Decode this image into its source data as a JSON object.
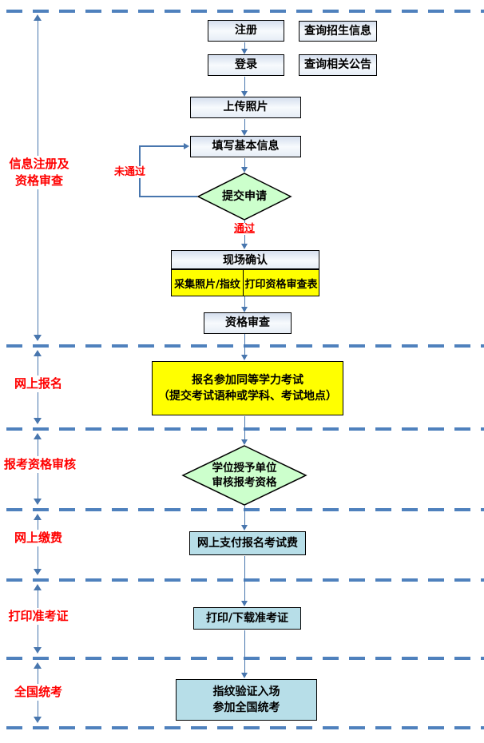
{
  "colors": {
    "accent_blue": "#4F81BD",
    "arrow_blue": "#4876AE",
    "label_red": "#FF0000",
    "node_yellow": "#FFFF00",
    "node_green": "#CCFFCC",
    "node_cyan": "#B7DEE8",
    "node_fill": "#DCE6F2"
  },
  "side_labels": [
    {
      "line1": "信息注册及",
      "line2": "资格审查"
    },
    {
      "line1": "网上报名"
    },
    {
      "line1": "报考资格审核"
    },
    {
      "line1": "网上缴费"
    },
    {
      "line1": "打印准考证"
    },
    {
      "line1": "全国统考"
    }
  ],
  "nodes": {
    "register": "注册",
    "query_admission_info": "查询招生信息",
    "login": "登录",
    "query_announcements": "查询相关公告",
    "upload_photo": "上传照片",
    "fill_basic_info": "填写基本信息",
    "submit_application": "提交申请",
    "onsite_confirmation": "现场确认",
    "collect_photo_fingerprint": "采集照片/指纹",
    "print_review_form": "打印资格审查表",
    "qualification_review": "资格审查",
    "exam_register_line1": "报名参加同等学力考试",
    "exam_register_line2": "（提交考试语种或学科、考试地点）",
    "unit_review_line1": "学位授予单位",
    "unit_review_line2": "审核报考资格",
    "pay_exam_fee": "网上支付报名考试费",
    "print_ticket": "打印/下载准考证",
    "fingerprint_entry_line1": "指纹验证入场",
    "fingerprint_entry_line2": "参加全国统考"
  },
  "edge_labels": {
    "not_passed": "未通过",
    "passed": "通过"
  }
}
